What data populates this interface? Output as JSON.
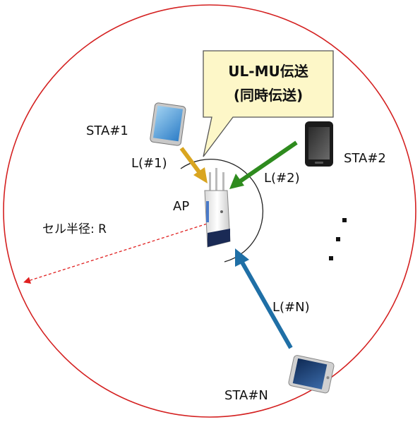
{
  "callout": {
    "line1": "UL-MU伝送",
    "line2": "(同時伝送)"
  },
  "ap": {
    "label": "AP"
  },
  "cell": {
    "radius_label": "セル半径: R"
  },
  "stations": [
    {
      "id": "sta1",
      "label": "STA#1",
      "link_label": "L(#1)",
      "device": "tablet-icon",
      "arrow_color": "#d9a520"
    },
    {
      "id": "sta2",
      "label": "STA#2",
      "link_label": "L(#2)",
      "device": "smartphone-icon",
      "arrow_color": "#2e8b1e"
    },
    {
      "id": "staN",
      "label": "STA#N",
      "link_label": "L(#N)",
      "device": "tablet-icon",
      "arrow_color": "#1f6fa6"
    }
  ],
  "colors": {
    "cell_boundary": "#d42020",
    "radius_line": "#e02020",
    "callout_fill": "#fdf7c8",
    "callout_stroke": "#555555",
    "ellipsis_dots": "#111111"
  }
}
